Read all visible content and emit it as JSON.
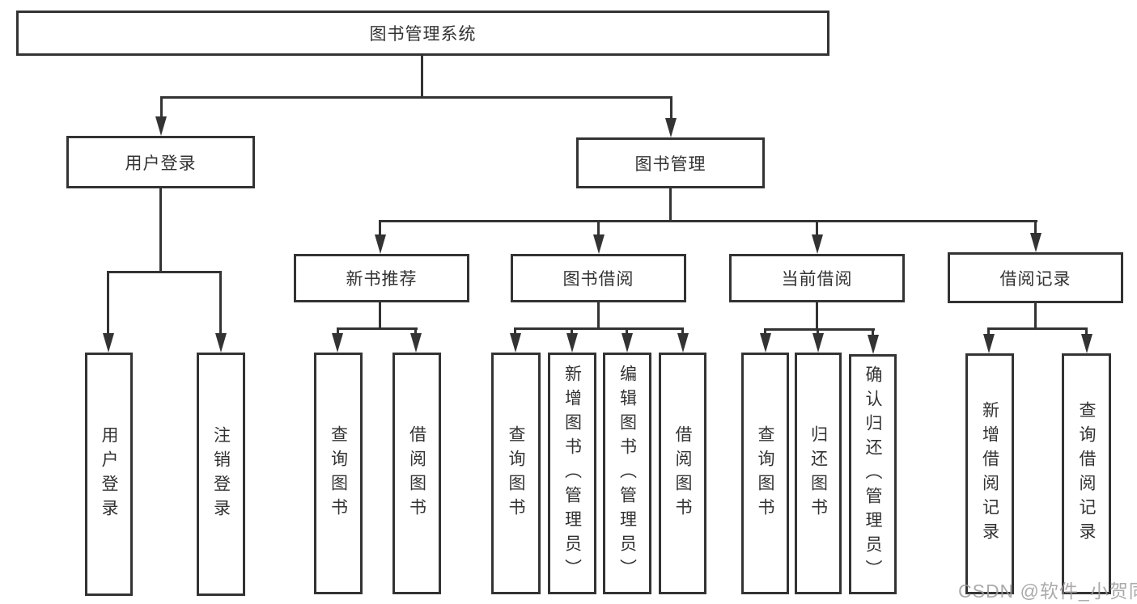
{
  "root": {
    "label": "图书管理系统"
  },
  "level2": {
    "user_login": "用户登录",
    "book_management": "图书管理"
  },
  "level3": {
    "new_book_recommend": "新书推荐",
    "book_borrow": "图书借阅",
    "current_borrow": "当前借阅",
    "borrow_records": "借阅记录"
  },
  "leaves": {
    "user_login": [
      "用户登录",
      "注销登录"
    ],
    "new_book_recommend": [
      "查询图书",
      "借阅图书"
    ],
    "book_borrow": [
      "查询图书",
      "新增图书（管理员）",
      "编辑图书（管理员）",
      "借阅图书"
    ],
    "current_borrow": [
      "查询图书",
      "归还图书",
      "确认归还（管理员）"
    ],
    "borrow_records": [
      "新增借阅记录",
      "查询借阅记录"
    ]
  },
  "watermark": "CSDN @软件_小贺同学",
  "colors": {
    "line": "#333333",
    "text": "#333333",
    "watermark": "#9e9b9b",
    "background": "#ffffff"
  }
}
